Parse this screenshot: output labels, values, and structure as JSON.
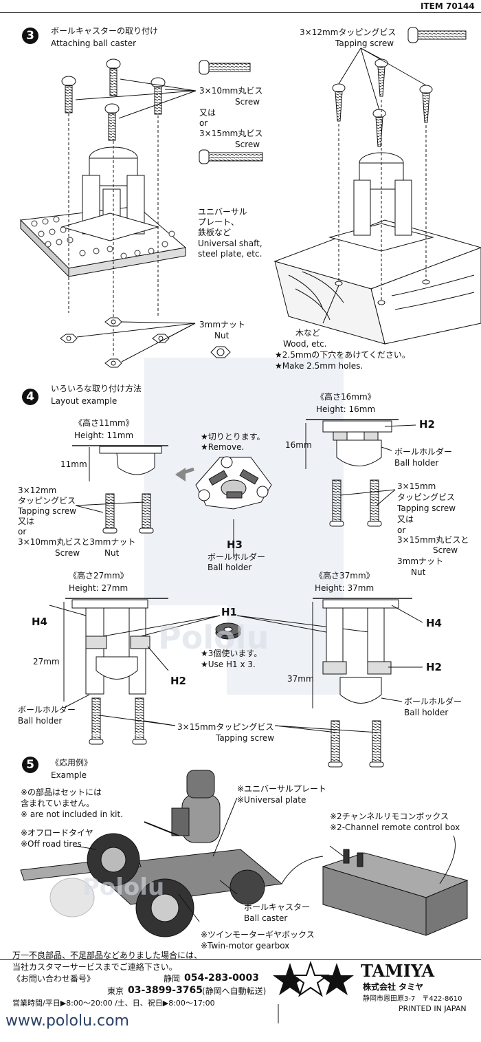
{
  "header": {
    "item": "ITEM 70144"
  },
  "section3": {
    "num": "3",
    "title_jp": "ボールキャスターの取り付け",
    "title_en": "Attaching ball caster",
    "screw10_jp": "3×10mm丸ビス",
    "screw10_en": "Screw",
    "or_jp": "又は",
    "or_en": "or",
    "screw15_jp": "3×15mm丸ビス",
    "screw15_en": "Screw",
    "plate_jp1": "ユニバーサル",
    "plate_jp2": "プレート、",
    "plate_jp3": "鉄板など",
    "plate_en1": "Universal shaft,",
    "plate_en2": "steel plate, etc.",
    "nut_jp": "3mmナット",
    "nut_en": "Nut",
    "tap_jp": "3×12mmタッピングビス",
    "tap_en": "Tapping screw",
    "wood_jp": "木など",
    "wood_en": "Wood, etc.",
    "hole_jp": "★2.5mmの下穴をあけてください。",
    "hole_en": "★Make 2.5mm holes."
  },
  "section4": {
    "num": "4",
    "title_jp": "いろいろな取り付け方法",
    "title_en": "Layout example",
    "h11_jp": "《高さ11mm》",
    "h11_en": "Height: 11mm",
    "dim11": "11mm",
    "tap12_jp1": "3×12mm",
    "tap12_jp2": "タッピングビス",
    "tap12_en": "Tapping screw",
    "or_jp": "又は",
    "or_en": "or",
    "alt_jp": "3×10mm丸ビスと3mmナット",
    "alt_screw": "Screw",
    "alt_nut": "Nut",
    "remove_jp": "★切りとります。",
    "remove_en": "★Remove.",
    "h3": "H3",
    "holder_jp": "ボールホルダー",
    "holder_en": "Ball holder",
    "h16_jp": "《高さ16mm》",
    "h16_en": "Height: 16mm",
    "dim16": "16mm",
    "h2": "H2",
    "tap15_jp1": "3×15mm",
    "tap15_jp2": "タッピングビス",
    "tap15_en": "Tapping screw",
    "alt15_jp": "3×15mm丸ビスと",
    "alt15_screw": "Screw",
    "alt15_nut_jp": "3mmナット",
    "alt15_nut_en": "Nut",
    "h27_jp": "《高さ27mm》",
    "h27_en": "Height: 27mm",
    "h4": "H4",
    "dim27": "27mm",
    "h1": "H1",
    "use3_jp": "★3個使います。",
    "use3_en": "★Use H1 x 3.",
    "h37_jp": "《高さ37mm》",
    "h37_en": "Height: 37mm",
    "dim37": "37mm",
    "tap15b_jp": "3×15mmタッピングビス",
    "tap15b_en": "Tapping screw"
  },
  "section5": {
    "num": "5",
    "title_jp": "《応用例》",
    "title_en": "Example",
    "note_jp1": "※の部品はセットには",
    "note_jp2": "含まれていません。",
    "note_en": "※  are not included in kit.",
    "plate_jp": "※ユニバーサルプレート",
    "plate_en": "※Universal plate",
    "tires_jp": "※オフロードタイヤ",
    "tires_en": "※Off road tires",
    "remote_jp": "※2チャンネルリモコンボックス",
    "remote_en": "※2-Channel remote control box",
    "caster_jp": "ボールキャスター",
    "caster_en": "Ball caster",
    "gear_jp": "※ツインモーターギヤボックス",
    "gear_en": "※Twin-motor gearbox"
  },
  "footer": {
    "line1": "万一不良部品、不足部品などありました場合には、",
    "line2": "当社カスタマーサービスまでご連絡下さい。",
    "contact": "《お問い合わせ番号》",
    "shizuoka": "静岡",
    "shizuoka_tel": "054-283-0003",
    "tokyo": "東京",
    "tokyo_tel": "03-3899-3765",
    "tokyo_note": "(静岡へ自動転送)",
    "hours": "営業時間/平日▶8:00〜20:00 /土、日、祝日▶8:00〜17:00",
    "brand": "TAMIYA",
    "company": "株式会社 タミヤ",
    "address": "静岡市恩田原3-7　〒422-8610",
    "printed": "PRINTED IN JAPAN",
    "website": "www.pololu.com"
  },
  "watermark": "Pololu"
}
